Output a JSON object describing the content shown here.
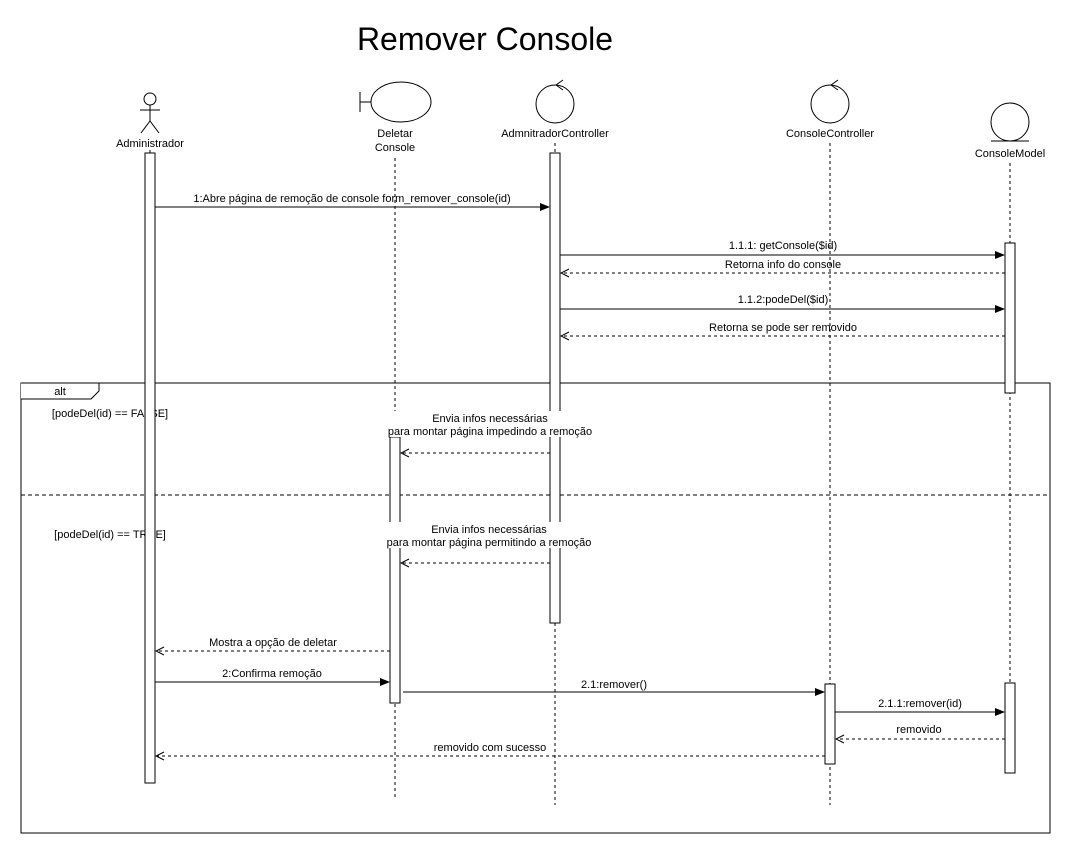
{
  "title": "Remover Console",
  "participants": {
    "actor": "Administrador",
    "boundary_line1": "Deletar",
    "boundary_line2": "Console",
    "controller_admin": "AdmnitradorController",
    "controller_console": "ConsoleController",
    "model": "ConsoleModel"
  },
  "messages": {
    "m1": "1:Abre página de remoção de console form_remover_console(id)",
    "m111": "1.1.1: getConsole($id)",
    "r111": "Retorna info do console",
    "m112": "1.1.2:podeDel($id)",
    "r112": "Retorna se pode ser removido",
    "alt_false_line1": "Envia infos necessárias",
    "alt_false_line2": "para montar página impedindo a remoção",
    "alt_true_line1": "Envia infos necessárias",
    "alt_true_line2": "para montar página permitindo a remoção",
    "show_delete": "Mostra a opção de deletar",
    "m2": "2:Confirma remoção",
    "m21": "2.1:remover()",
    "m211": "2.1.1:remover(id)",
    "r211": "removido",
    "r_success": "removido com sucesso"
  },
  "fragment": {
    "operator": "alt",
    "guard_false": "[podeDel(id) == FALSE]",
    "guard_true": "[podeDel(id) == TRUE]"
  }
}
